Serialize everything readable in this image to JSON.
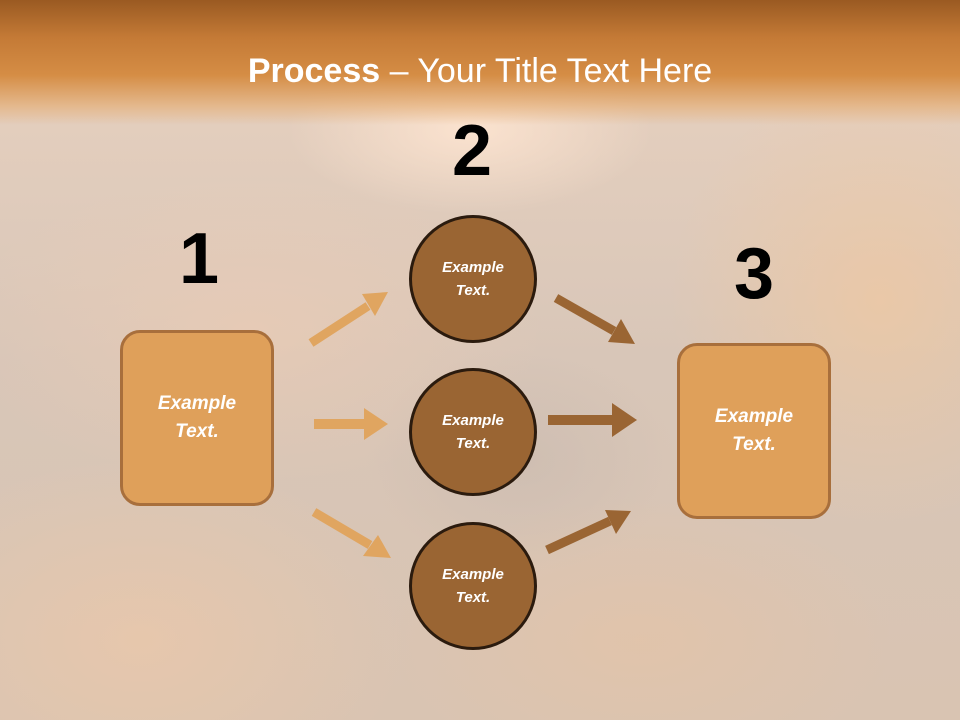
{
  "title": {
    "bold": "Process",
    "rest": " – Your Title Text Here"
  },
  "numbers": [
    "1",
    "2",
    "3"
  ],
  "boxes": [
    {
      "label": "Example\nText."
    },
    {
      "label": "Example\nText."
    }
  ],
  "circles": [
    {
      "label": "Example\nText."
    },
    {
      "label": "Example\nText."
    },
    {
      "label": "Example\nText."
    }
  ],
  "colors": {
    "header": "#c47a36",
    "box_fill": "#dfa05a",
    "box_border": "#a86f3c",
    "circle_fill": "#9a6533",
    "circle_border": "#2b1b0e",
    "arrow_light": "#e0a560",
    "arrow_dark": "#9a6533"
  }
}
